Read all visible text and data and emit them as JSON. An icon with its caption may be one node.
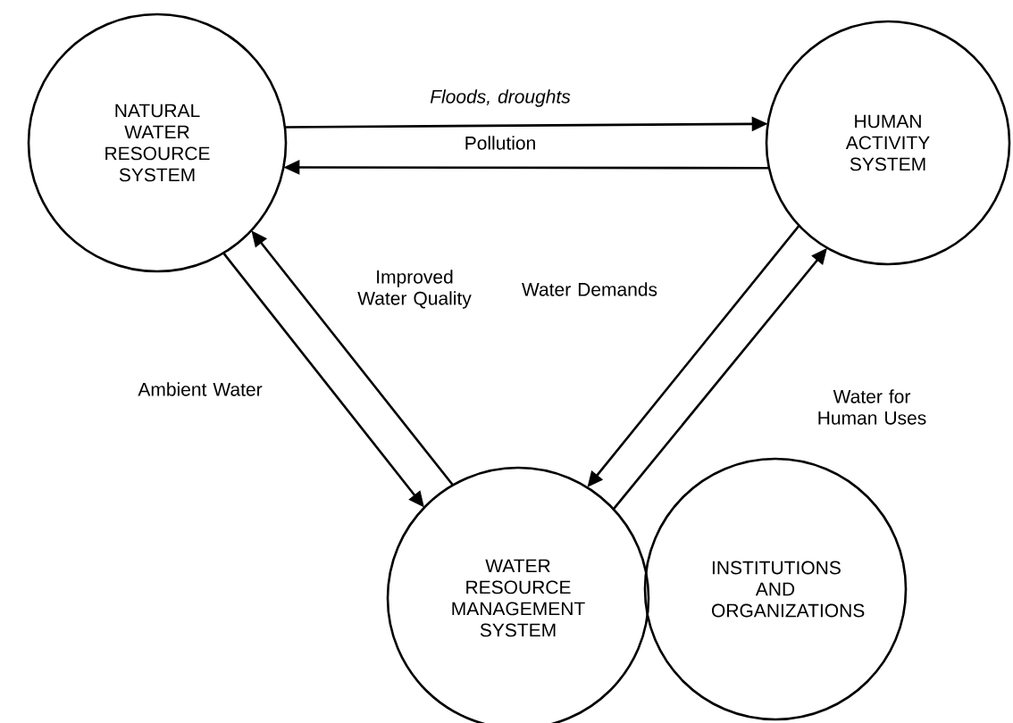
{
  "diagram": {
    "nodes": [
      {
        "text": [
          "NATURAL WATER RESOURCE SYSTEM"
        ]
      },
      {
        "text": [
          "HUMAN ACTIVITY SYSTEM"
        ]
      },
      {
        "text": [
          "WATER RESOURCE MANAGEMENT SYSTEM"
        ]
      },
      {
        "text": [
          "INSTITUTIONS AND ORGANIZATIONS"
        ]
      }
    ],
    "edges": [
      {
        "from": 0,
        "to": 1,
        "arrow": "to",
        "label": "Floods, droughts"
      },
      {
        "from": 1,
        "to": 0,
        "arrow": "to",
        "label": "Pollution"
      },
      {
        "from": 0,
        "to": 2,
        "arrow": "to",
        "label": "Ambient Water"
      },
      {
        "from": 2,
        "to": 0,
        "arrow": "to",
        "label": "Improved Water Quality"
      },
      {
        "from": 1,
        "to": 2,
        "arrow": "to",
        "label": "Water Demands"
      },
      {
        "from": 2,
        "to": 1,
        "arrow": "to",
        "label": "Water for Human Uses"
      }
    ]
  }
}
